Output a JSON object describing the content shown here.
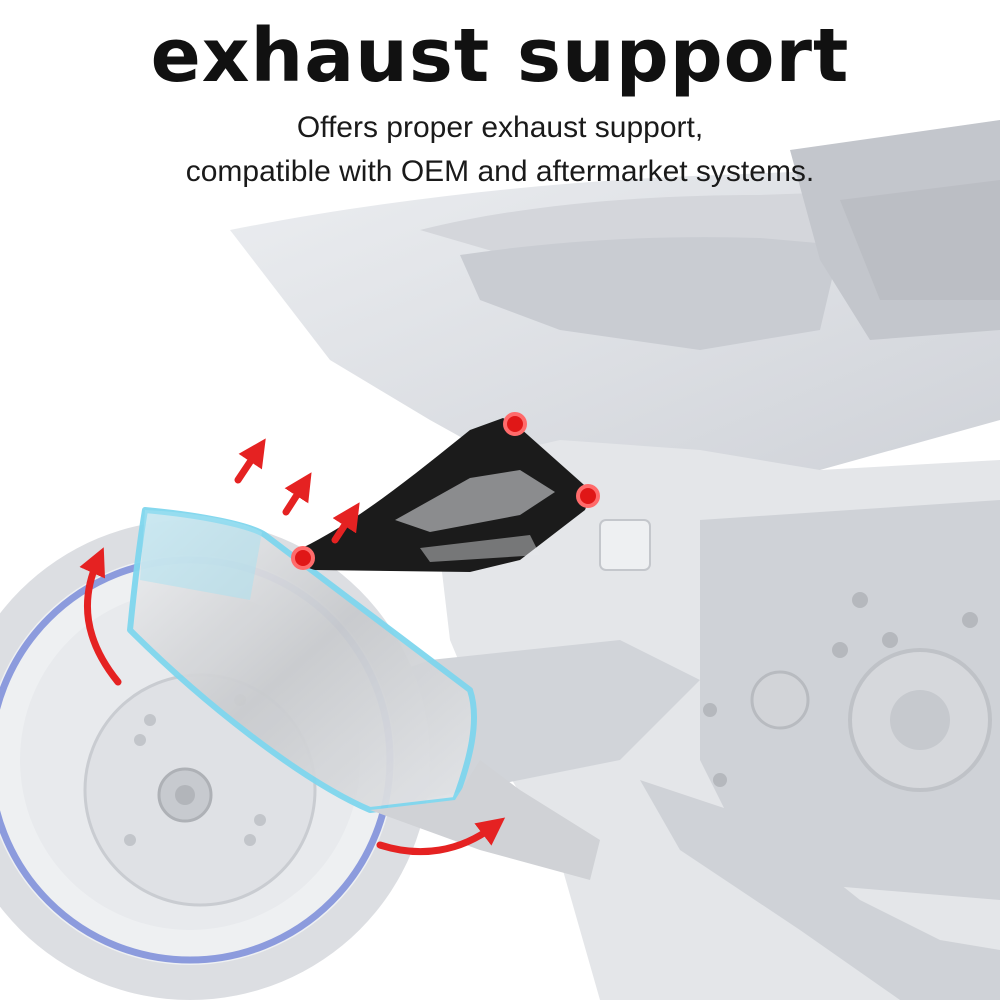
{
  "headline": "exhaust support",
  "description": {
    "line1": "Offers proper exhaust support,",
    "line2": "compatible with OEM and aftermarket systems."
  },
  "colors": {
    "title": "#111111",
    "body_panels": "#d9dbe0",
    "rim_accent": "#6b7fd6",
    "muffler_outline": "#7fd6ee",
    "bracket": "#1b1b1b",
    "mount_points": "#e01717",
    "arrows": "#e52222"
  },
  "icons": [
    "red-arrow-icon",
    "mount-point-icon"
  ]
}
